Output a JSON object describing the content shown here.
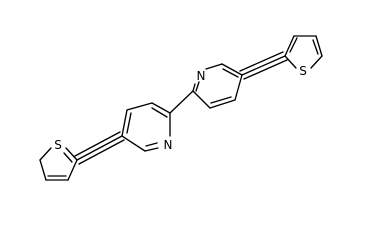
{
  "molecule": {
    "atoms": [
      {
        "name": "S1",
        "label": "S"
      },
      {
        "name": "N1",
        "label": "N"
      },
      {
        "name": "N2",
        "label": "N"
      },
      {
        "name": "S2",
        "label": "S"
      }
    ]
  }
}
